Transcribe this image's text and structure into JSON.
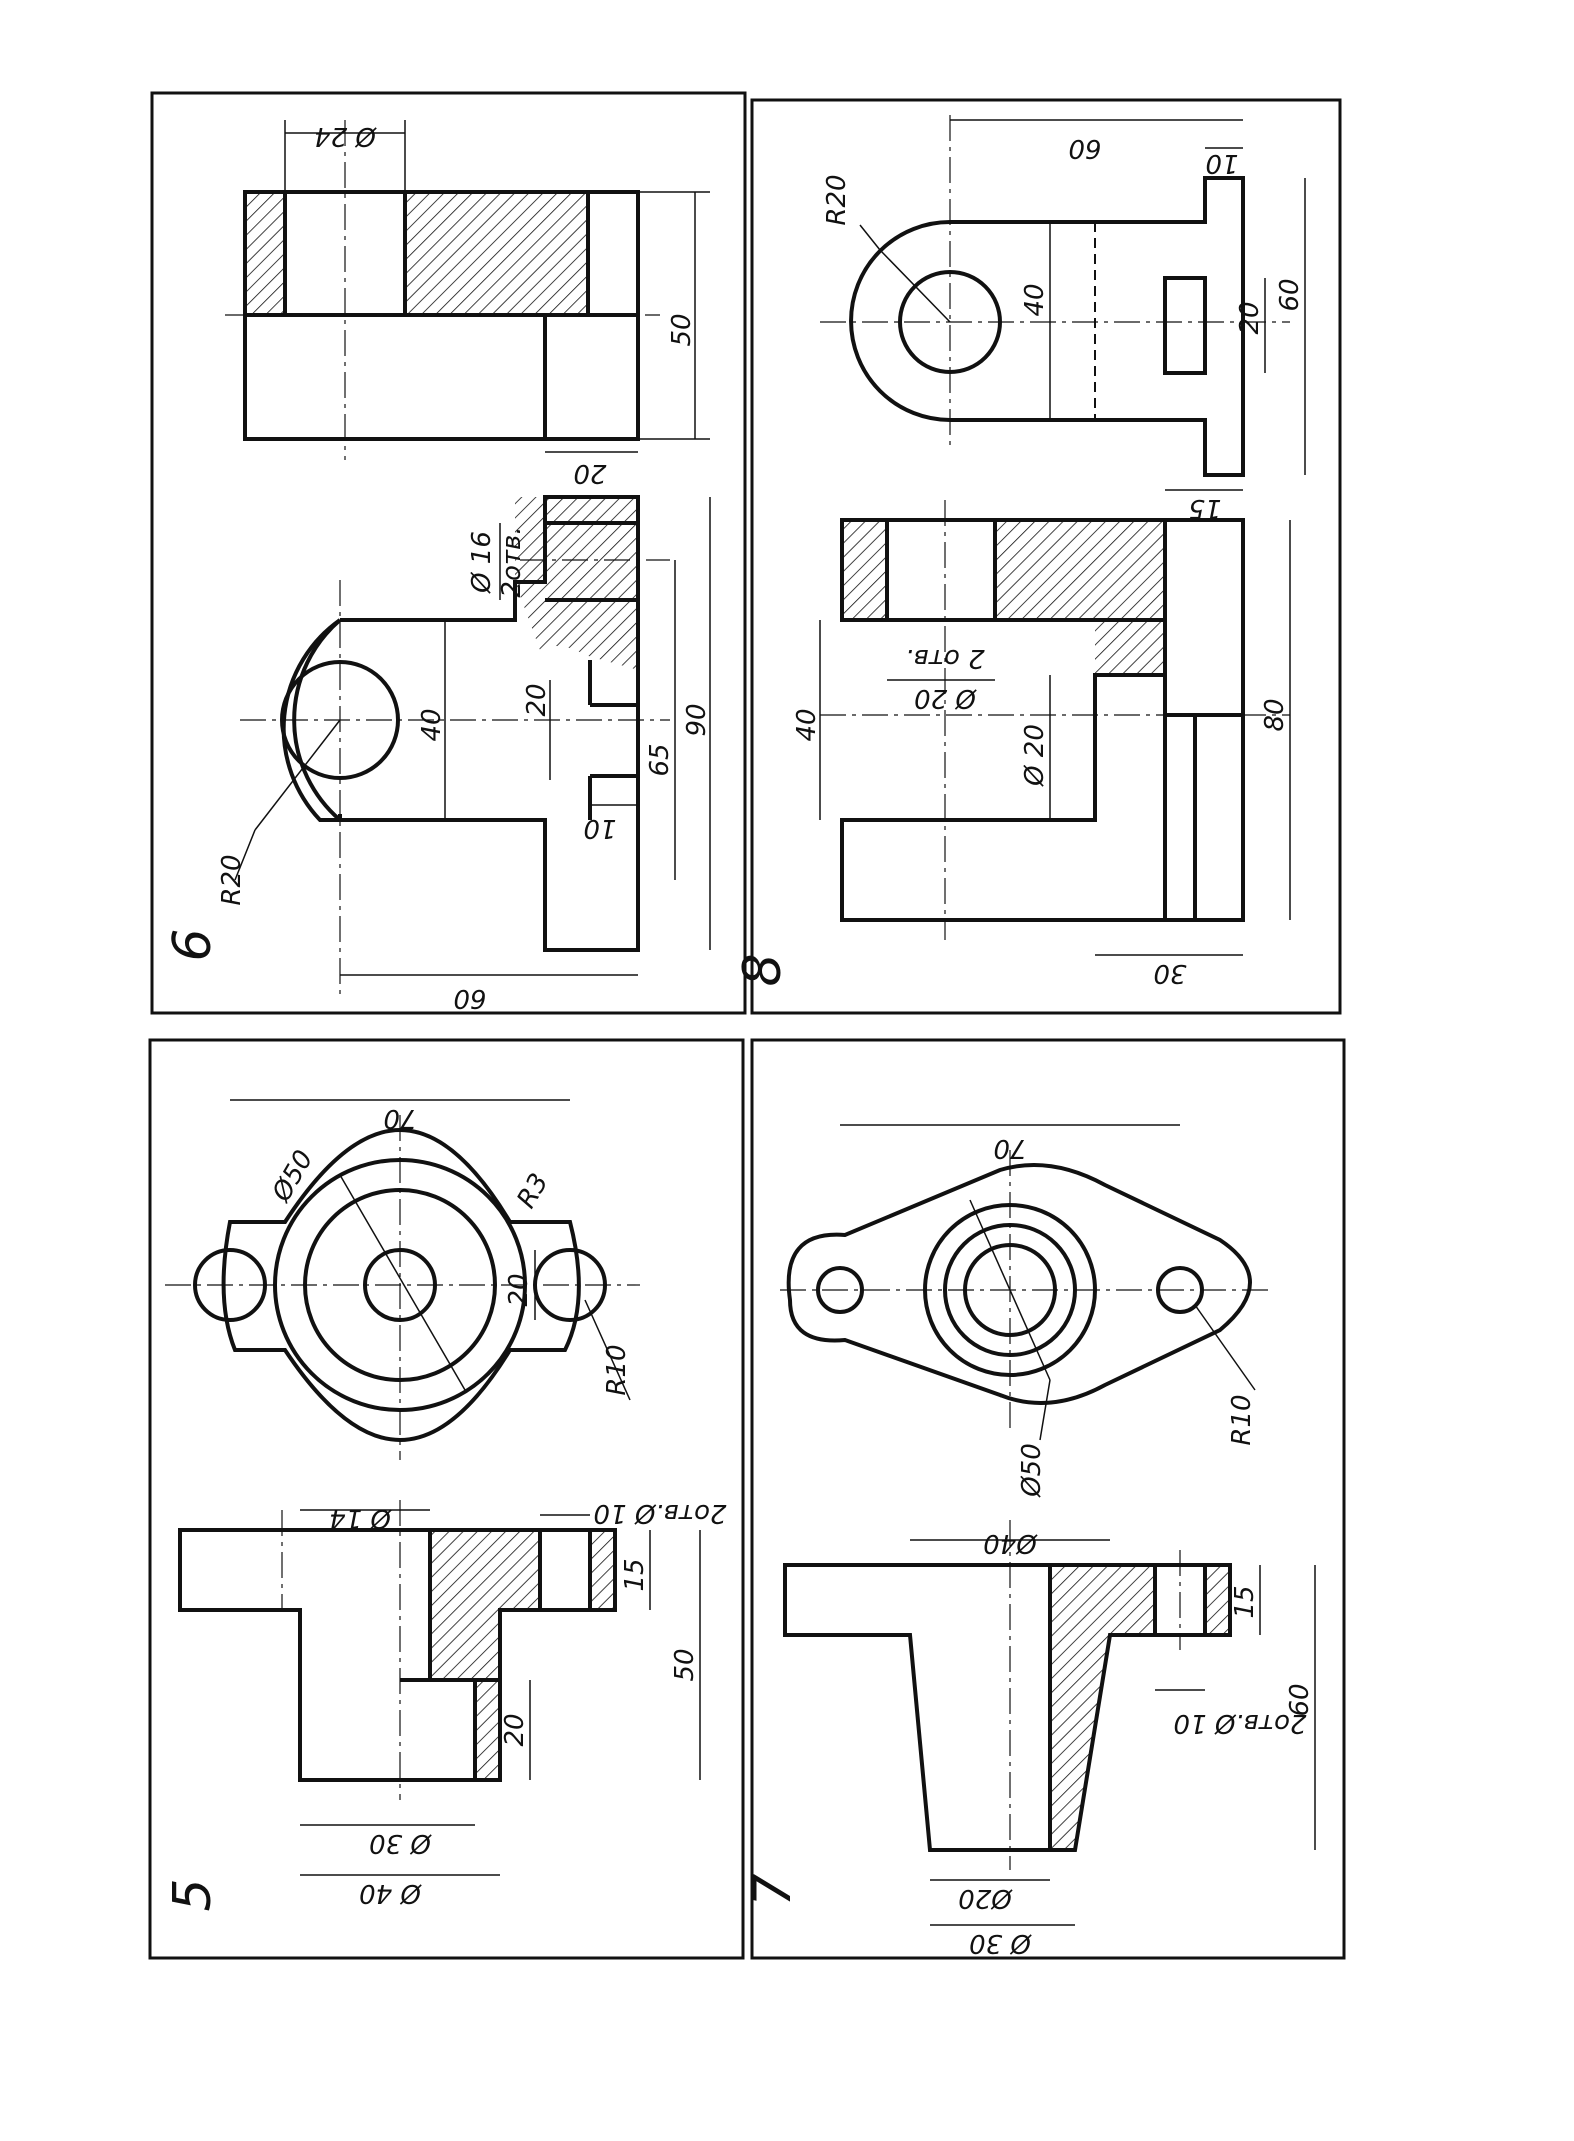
{
  "panels": {
    "p6": {
      "number": "6",
      "dims": {
        "d_dia24": "Ø 24",
        "d_50": "50",
        "d_dia16": "Ø 16",
        "d_2otv": "2отв.",
        "d_20a": "20",
        "d_40": "40",
        "d_20b": "20",
        "d_65": "65",
        "d_90": "90",
        "d_10": "10",
        "d_r20": "R20",
        "d_60": "60"
      }
    },
    "p8": {
      "number": "8",
      "dims": {
        "d_60": "60",
        "d_10": "10",
        "d_r20": "R20",
        "d_40a": "40",
        "d_20": "20",
        "d_60b": "60",
        "d_15": "15",
        "d_40b": "40",
        "d_2otv": "2 отв.",
        "d_dia20a": "Ø 20",
        "d_dia20b": "Ø 20",
        "d_80": "80",
        "d_30": "30"
      }
    },
    "p5": {
      "number": "5",
      "dims": {
        "d_70": "70",
        "d_dia50": "Ø50",
        "d_r3": "R3",
        "d_20": "20",
        "d_r10": "R10",
        "d_dia14": "Ø 14",
        "d_2otv": "2отв.Ø 10",
        "d_15": "15",
        "d_50": "50",
        "d_20b": "20",
        "d_dia30": "Ø 30",
        "d_dia40": "Ø 40"
      }
    },
    "p7": {
      "number": "7",
      "dims": {
        "d_70": "70",
        "d_dia50": "Ø50",
        "d_r10": "R10",
        "d_dia40": "Ø40",
        "d_15": "15",
        "d_60": "60",
        "d_2otv": "2отв.Ø 10",
        "d_dia20": "Ø20",
        "d_dia30": "Ø 30"
      }
    }
  }
}
